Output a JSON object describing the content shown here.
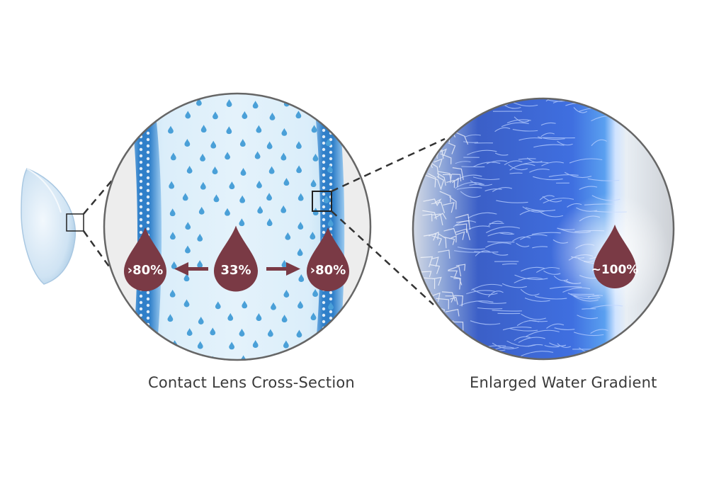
{
  "captions": {
    "cross_section": "Contact Lens Cross-Section",
    "water_gradient": "Enlarged Water Gradient"
  },
  "drops": {
    "left_surface": "›80%",
    "core": "33%",
    "right_surface": "›80%",
    "enlarged_surface": "~100%"
  },
  "colors": {
    "drop_fill": "#7a3a45",
    "surface_band": "#2f7fc9",
    "water_droplet": "#4aa0d8",
    "lens_tint": "#cfe6f6",
    "fiber_blue": "#3a66d8",
    "circle_border": "#666666"
  }
}
